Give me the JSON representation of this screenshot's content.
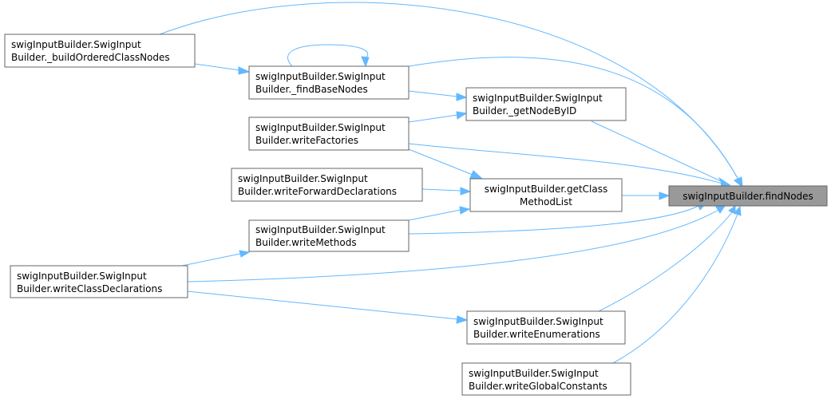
{
  "diagram": {
    "accent_color": "#63b8ff",
    "focus_fill": "#999999",
    "node_border": "#666666",
    "nodes": {
      "findNodes": [
        "swigInputBuilder.findNodes"
      ],
      "buildOrderedClassNodes": [
        "swigInputBuilder.SwigInput",
        "Builder._buildOrderedClassNodes"
      ],
      "findBaseNodes": [
        "swigInputBuilder.SwigInput",
        "Builder._findBaseNodes"
      ],
      "getNodeByID": [
        "swigInputBuilder.SwigInput",
        "Builder._getNodeByID"
      ],
      "writeFactories": [
        "swigInputBuilder.SwigInput",
        "Builder.writeFactories"
      ],
      "getClassMethodList": [
        "swigInputBuilder.getClass",
        "MethodList"
      ],
      "writeForwardDeclarations": [
        "swigInputBuilder.SwigInput",
        "Builder.writeForwardDeclarations"
      ],
      "writeMethods": [
        "swigInputBuilder.SwigInput",
        "Builder.writeMethods"
      ],
      "writeClassDeclarations": [
        "swigInputBuilder.SwigInput",
        "Builder.writeClassDeclarations"
      ],
      "writeEnumerations": [
        "swigInputBuilder.SwigInput",
        "Builder.writeEnumerations"
      ],
      "writeGlobalConstants": [
        "swigInputBuilder.SwigInput",
        "Builder.writeGlobalConstants"
      ]
    }
  }
}
